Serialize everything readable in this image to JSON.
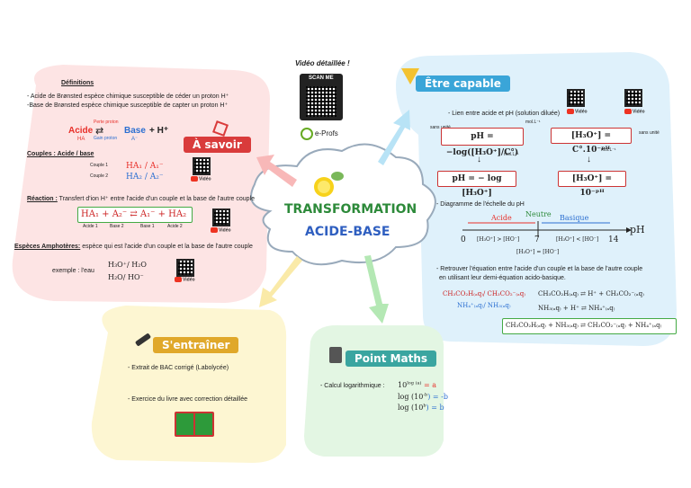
{
  "center": {
    "title1": "TRANSFORMATION",
    "title2": "ACIDE-BASE"
  },
  "video": {
    "label": "Vidéo détaillée !",
    "scan": "SCAN ME",
    "brand": "e-Profs"
  },
  "savoir": {
    "banner": "À savoir",
    "definitions_title": "Définitions",
    "def_acide": "- Acide de Brønsted espèce chimique susceptible de céder un proton H⁺",
    "def_base": "-Base de Brønsted espèce chimique susceptible de capter un proton H⁺",
    "acide": "Acide",
    "ha": "HA",
    "perte": "Perte proton",
    "gain": "Gain proton",
    "base": "Base",
    "aminus": "A⁻",
    "plus_h": "+ H⁺",
    "couples_title": "Couples : Acide / base",
    "couple1": "Couple 1",
    "couple2": "Couple 2",
    "c1": "HA₁ / A₁⁻",
    "c2": "HA₂ / A₂⁻",
    "reaction_title": "Réaction :",
    "reaction_text": "Transfert d'ion H⁺ entre l'acide d'un couple et la base de l'autre couple",
    "equation": "HA₁ + A₂⁻ ⇄ A₁⁻ + HA₂",
    "eq_labels": [
      "Acide 1",
      "Base 2",
      "Base 1",
      "Acide 2"
    ],
    "ampho_title": "Espèces Amphotères:",
    "ampho_text": "espèce qui est l'acide d'un couple et la base de l'autre couple",
    "exemple": "exemple : l'eau",
    "water1": "H₃O⁺/ H₂O",
    "water2": "H₂O/ HO⁻",
    "video": "Vidéo"
  },
  "capable": {
    "banner": "Être capable",
    "item1": "- Lien entre acide et pH (solution diluée)",
    "sans_unite": "sans unité",
    "mol": "mol.L⁻¹",
    "ph_formula": "pH = −log([H₃O⁺]/C°)",
    "h3o_formula": "[H₃O⁺] = C°.10⁻ᵖᴴ",
    "ph_simple": "pH = − log [H₃O⁺]",
    "h3o_simple": "[H₃O⁺] = 10⁻ᵖᴴ",
    "item2": "- Diagramme de l'échelle du pH",
    "acide": "Acide",
    "neutre": "Neutre",
    "basique": "Basique",
    "ticks": [
      "0",
      "7",
      "14"
    ],
    "axis": "pH",
    "lt1": "[H₃O⁺] > [HO⁻]",
    "lt2": "[H₃O⁺] < [HO⁻]",
    "lt3": "[H₃O⁺] = [HO⁻]",
    "item3a": "- Retrouver l'équation entre l'acide d'un couple et la base de l'autre couple",
    "item3b": "en utilisant leur demi-équation acido-basique.",
    "pair1": "CH₃CO₂H₍ₐq₎/ CH₃CO₂⁻₍ₐq₎",
    "pair2": "NH₄⁺₍ₐq₎/ NH₃₍ₐq₎",
    "half1": "CH₃CO₂H₍ₐq₎ ⇄ H⁺ + CH₃CO₂⁻₍ₐq₎",
    "half2": "NH₃₍ₐq₎ + H⁺ ⇄ NH₄⁺₍ₐq₎",
    "global": "CH₃CO₂H₍ₐq₎ + NH₃₍ₐq₎ ⇄ CH₃CO₂⁻₍ₐq₎ + NH₄⁺₍ₐq₎",
    "video": "Vidéo"
  },
  "entrainer": {
    "banner": "S'entraîner",
    "item1": "- Extrait de BAC corrigé (Labolycée)",
    "item2": "- Exercice du livre avec correction détaillée"
  },
  "maths": {
    "banner": "Point Maths",
    "item": "- Calcul logarithmique :",
    "l1a": "10",
    "l1sup": "log (a)",
    "l1b": " = a",
    "l2a": "log (10",
    "l2sup": "-b",
    "l2b": ") = -b",
    "l3a": "log (10",
    "l3sup": "b",
    "l3b": ") = b"
  },
  "colors": {
    "red": "#e8302a",
    "blue": "#2b6fd1",
    "pink_bg": "#fde4e4",
    "blue_bg": "#dff1fb",
    "yellow_bg": "#fdf6d2",
    "green_bg": "#e3f6e3"
  }
}
